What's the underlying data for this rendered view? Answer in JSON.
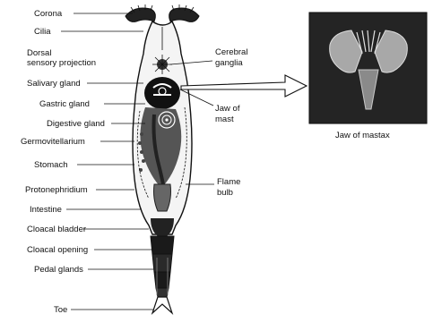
{
  "diagram": {
    "labels_left": {
      "corona": "Corona",
      "cilia": "Cilia",
      "dorsal_1": "Dorsal",
      "dorsal_2": "sensory projection",
      "salivary_gland": "Salivary gland",
      "gastric_gland": "Gastric gland",
      "digestive_gland": "Digestive gland",
      "germovitellarium": "Germovitellarium",
      "stomach": "Stomach",
      "protonephridium": "Protonephridium",
      "intestine": "Intestine",
      "cloacal_bladder": "Cloacal bladder",
      "cloacal_opening": "Cloacal opening",
      "pedal_glands": "Pedal glands",
      "toe": "Toe"
    },
    "labels_right": {
      "cerebral_1": "Cerebral",
      "cerebral_2": "ganglia",
      "jaw_1": "Jaw of",
      "jaw_2": "mast",
      "flame_1": "Flame",
      "flame_2": "bulb"
    },
    "inset_caption": "Jaw of mastax"
  }
}
